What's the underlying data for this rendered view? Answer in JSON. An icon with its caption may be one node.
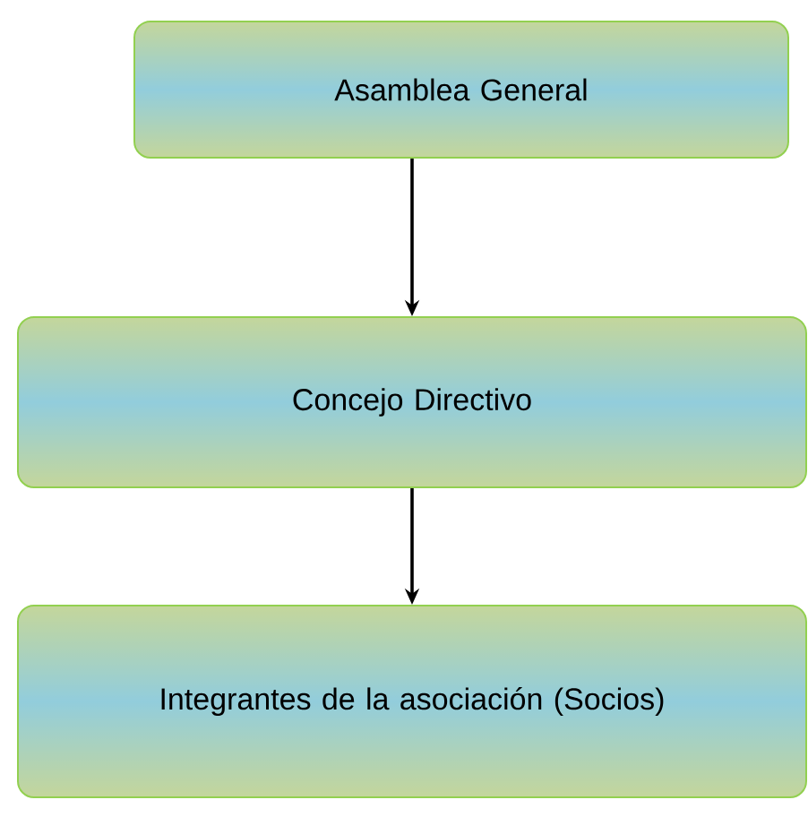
{
  "diagram": {
    "nodes": [
      {
        "text": [
          "Asamblea General"
        ]
      },
      {
        "text": [
          "Concejo Directivo"
        ]
      },
      {
        "text": [
          "Integrantes de la asociación (Socios)"
        ]
      }
    ],
    "edges": [
      {
        "from": 0,
        "to": 1,
        "arrow": "to"
      },
      {
        "from": 1,
        "to": 2,
        "arrow": "to"
      }
    ]
  }
}
